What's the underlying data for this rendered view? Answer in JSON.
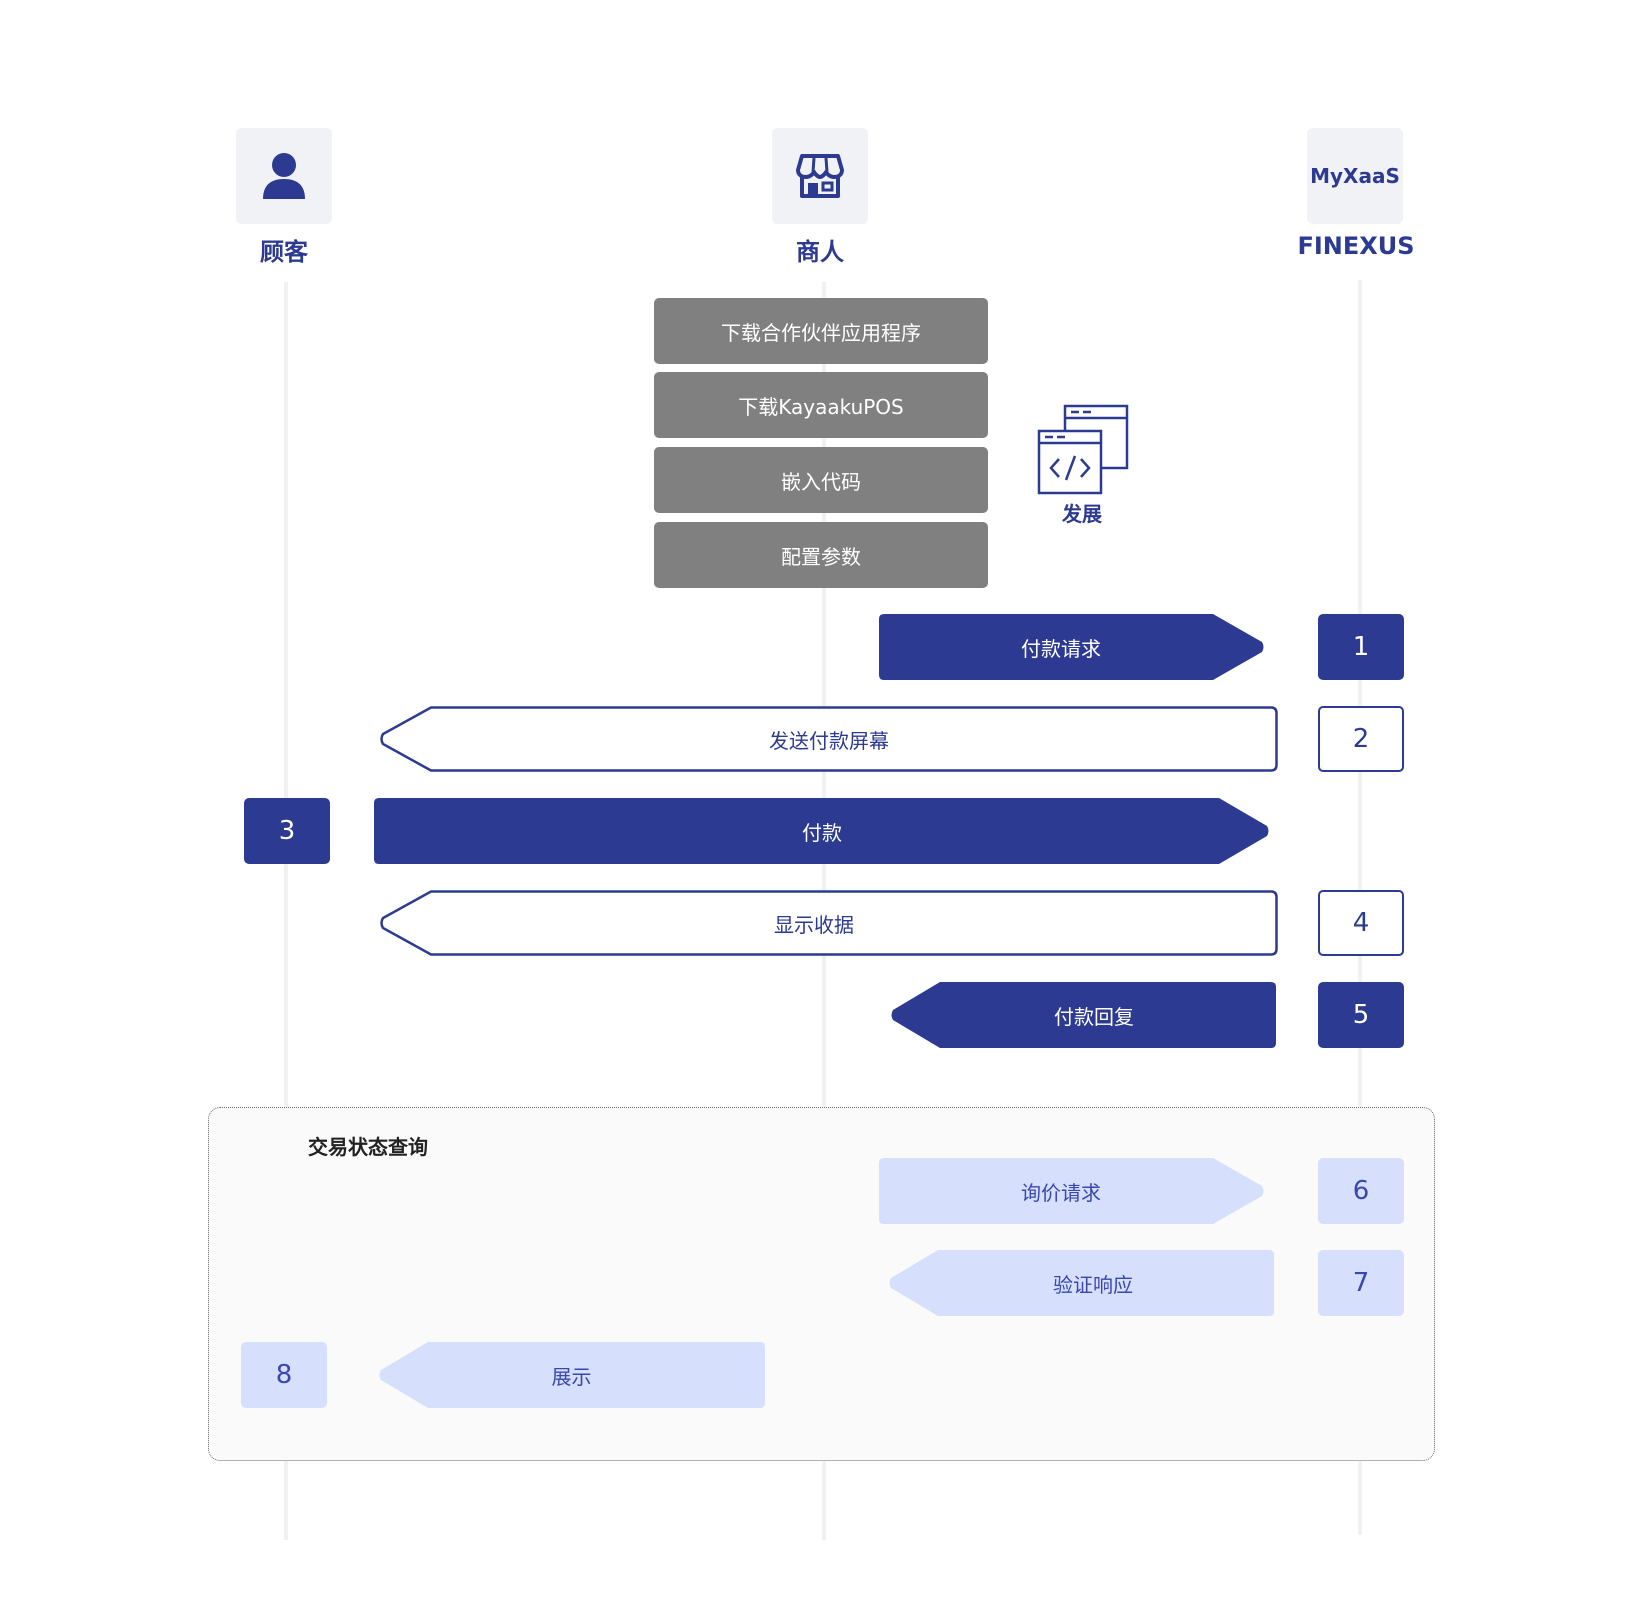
{
  "colors": {
    "primary": "#2c3a92",
    "light": "#d6e0fc",
    "light_text": "#3a47b0",
    "grey": "#808080"
  },
  "actors": [
    {
      "label": "顾客",
      "icon": "person-icon"
    },
    {
      "label": "商人",
      "icon": "store-icon"
    },
    {
      "label": "FINEXUS",
      "icon": "myxaas-logo",
      "logo_text": "MyXaaS"
    }
  ],
  "setup_steps": [
    "下载合作伙伴应用程序",
    "下载KayaakuPOS",
    "嵌入代码",
    "配置参数"
  ],
  "develop": {
    "label": "发展",
    "icon": "code-window-icon"
  },
  "flow": [
    {
      "num": "1",
      "label": "付款请求"
    },
    {
      "num": "2",
      "label": "发送付款屏幕"
    },
    {
      "num": "3",
      "label": "付款"
    },
    {
      "num": "4",
      "label": "显示收据"
    },
    {
      "num": "5",
      "label": "付款回复"
    }
  ],
  "status_query": {
    "title": "交易状态查询",
    "steps": [
      {
        "num": "6",
        "label": "询价请求"
      },
      {
        "num": "7",
        "label": "验证响应"
      },
      {
        "num": "8",
        "label": "展示"
      }
    ]
  }
}
